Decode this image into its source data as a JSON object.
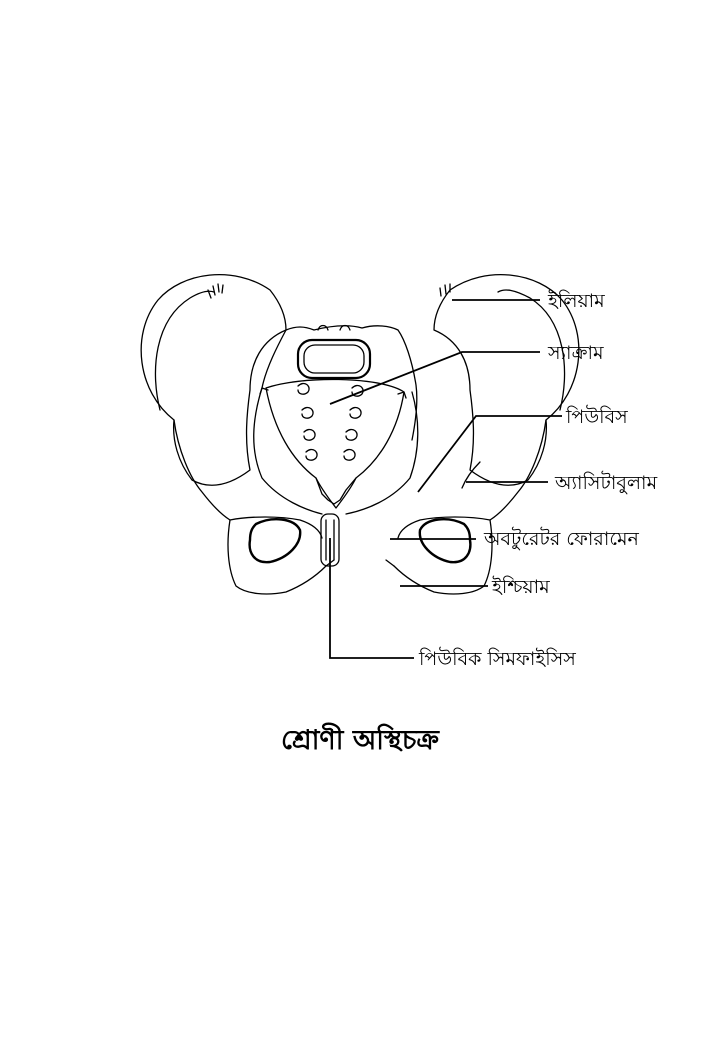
{
  "labels": {
    "ilium": "ইলিয়াম",
    "sacrum": "স্যাক্রাম",
    "pubis": "পিউবিস",
    "acetabulum": "অ্যাসিটাবুলাম",
    "obturator_foramen": "অবটুরেটর ফোরামেন",
    "ischium": "ইশ্চিয়াম",
    "pubic_symphysis": "পিউবিক সিমফাইসিস"
  },
  "caption": "শ্রোণী অস্থিচক্র"
}
